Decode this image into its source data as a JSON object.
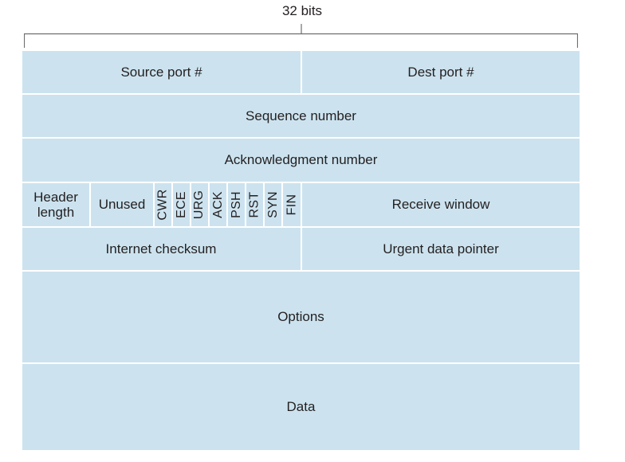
{
  "diagram": {
    "width_label": "32 bits",
    "fields": {
      "source_port": "Source port #",
      "dest_port": "Dest port #",
      "sequence_number": "Sequence number",
      "acknowledgment_number": "Acknowledgment number",
      "header_length_line1": "Header",
      "header_length_line2": "length",
      "unused": "Unused",
      "receive_window": "Receive window",
      "internet_checksum": "Internet checksum",
      "urgent_data_pointer": "Urgent data pointer",
      "options": "Options",
      "data": "Data"
    },
    "flags": [
      "CWR",
      "ECE",
      "URG",
      "ACK",
      "PSH",
      "RST",
      "SYN",
      "FIN"
    ],
    "colors": {
      "field_fill": "#cce3ef",
      "divider": "#ffffff",
      "text": "#231f20",
      "bracket": "#6d6e71"
    }
  }
}
